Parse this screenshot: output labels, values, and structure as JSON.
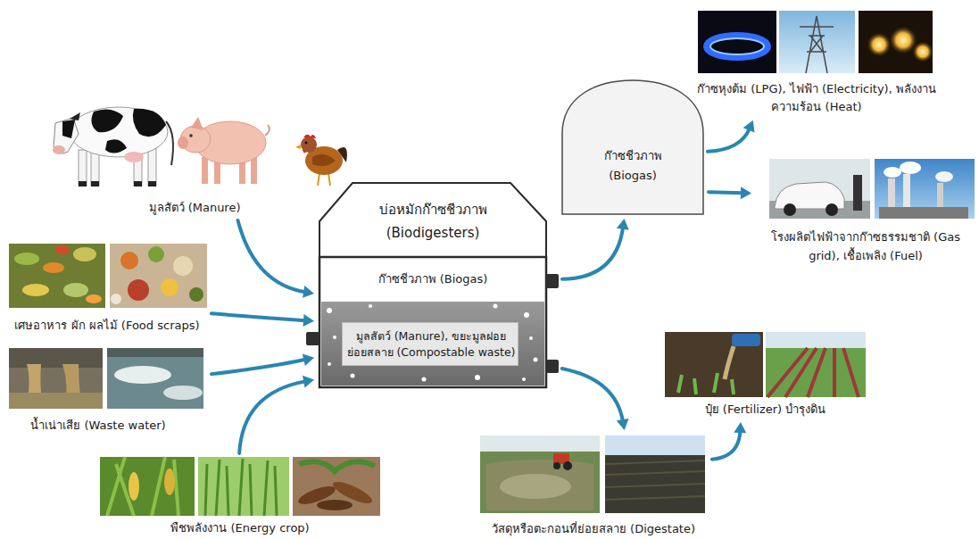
{
  "diagram": {
    "nodes": [
      {
        "text": [
          "มูลสัตว์ (Manure)"
        ]
      },
      {
        "text": [
          "เศษอาหาร ผัก ผลไม้ (Food scraps)"
        ]
      },
      {
        "text": [
          "น้ำเน่าเสีย (Waste water)"
        ]
      },
      {
        "text": [
          "พืชพลังงาน (Energy crop)"
        ]
      },
      {
        "text": [
          "บ่อหมักก๊าซชีวภาพ (Biodigesters)"
        ]
      },
      {
        "text": [
          "ก๊าซชีวภาพ (Biogas)"
        ],
        "in": 4
      },
      {
        "text": [
          "มูลสัตว์ (Manure), ขยะมูลฝอยย่อยสลาย (Compostable waste)"
        ],
        "in": 4
      },
      {
        "text": [
          "ก๊าซชีวภาพ (Biogas)"
        ]
      },
      {
        "text": [
          "ก๊าซหุงต้ม (LPG), ไฟฟ้า (Electricity), พลังงานความร้อน (Heat)"
        ]
      },
      {
        "text": [
          "โรงผลิตไฟฟ้าจากก๊าซธรรมชาติ (Gas grid), เชื้อเพลิง (Fuel)"
        ]
      },
      {
        "text": [
          "วัสดุหรือตะกอนที่ย่อยสลาย (Digestate)"
        ]
      },
      {
        "text": [
          "ปุ๋ย (Fertilizer) บำรุงดิน"
        ]
      }
    ],
    "edges": [
      {
        "from": 0,
        "to": 4,
        "arrow": "to"
      },
      {
        "from": 1,
        "to": 4,
        "arrow": "to"
      },
      {
        "from": 2,
        "to": 4,
        "arrow": "to"
      },
      {
        "from": 3,
        "to": 4,
        "arrow": "to"
      },
      {
        "from": 4,
        "to": 7,
        "arrow": "to"
      },
      {
        "from": 7,
        "to": 8,
        "arrow": "to"
      },
      {
        "from": 7,
        "to": 9,
        "arrow": "to"
      },
      {
        "from": 4,
        "to": 10,
        "arrow": "to"
      },
      {
        "from": 10,
        "to": 11,
        "arrow": "to"
      }
    ]
  }
}
